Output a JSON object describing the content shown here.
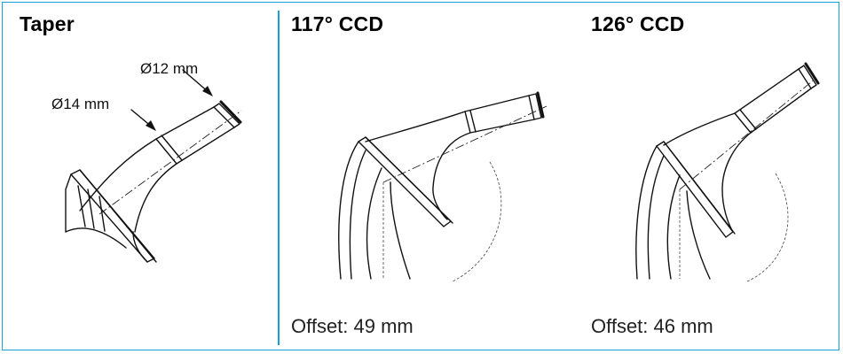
{
  "panels": {
    "taper": {
      "title": "Taper",
      "dim_upper": "Ø12 mm",
      "dim_lower": "Ø14 mm"
    },
    "ccd117": {
      "title": "117° CCD",
      "offset": "Offset: 49 mm"
    },
    "ccd126": {
      "title": "126° CCD",
      "offset": "Offset: 46 mm"
    }
  },
  "colors": {
    "frame": "#1aa0d8",
    "line": "#111111"
  }
}
